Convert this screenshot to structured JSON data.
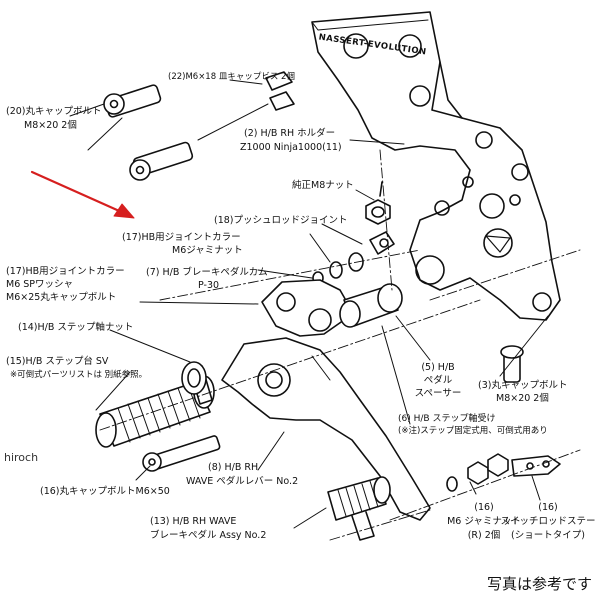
{
  "labels": {
    "l20": [
      "(20)丸キャップボルト",
      "M8×20 2個"
    ],
    "l22": [
      "(22)M6×18 皿キャップビス 2個"
    ],
    "l2": [
      "(2) H/B RH ホルダー",
      "Z1000 Ninja1000(11)"
    ],
    "lnut": [
      "純正M8ナット"
    ],
    "l18": [
      "(18)プッシュロッドジョイント"
    ],
    "l17a": [
      "(17)HB用ジョイントカラー",
      "M6ジャミナット"
    ],
    "l7": [
      "(7) H/B ブレーキペダルカム",
      "P-30"
    ],
    "l17b": [
      "(17)HB用ジョイントカラー",
      "M6 SPワッシャ",
      "M6×25丸キャップボルト"
    ],
    "l14": [
      "(14)H/B ステップ軸ナット"
    ],
    "l15": [
      "(15)H/B ステップ台 SV",
      "※可倒式パーツリストは 別紙参照。"
    ],
    "l5": [
      "(5) H/B",
      "ペダル",
      "スペーサー"
    ],
    "l3": [
      "(3)丸キャップボルト",
      "M8×20 2個"
    ],
    "l6": [
      "(6) H/B ステップ軸受け",
      "(※注)ステップ固定式用、可倒式用あり"
    ],
    "l8": [
      "(8) H/B RH",
      "WAVE ペダルレバー No.2"
    ],
    "l10": [
      "(16)丸キャップボルトM6×50"
    ],
    "l13": [
      "(13) H/B RH WAVE",
      "ブレーキペダル Assy No.2"
    ],
    "l16a": [
      "(16)",
      "M6 ジャミナット",
      "(R) 2個"
    ],
    "l16b": [
      "(16)",
      "スイッチロッドステー",
      "(ショートタイプ)"
    ]
  },
  "plate_engraving": "NASSERT-EVOLUTION",
  "watermark": "hiroch",
  "caption": "写真は参考です",
  "colors": {
    "arrow": "#d61f1f",
    "line": "#111111",
    "background": "#ffffff"
  }
}
